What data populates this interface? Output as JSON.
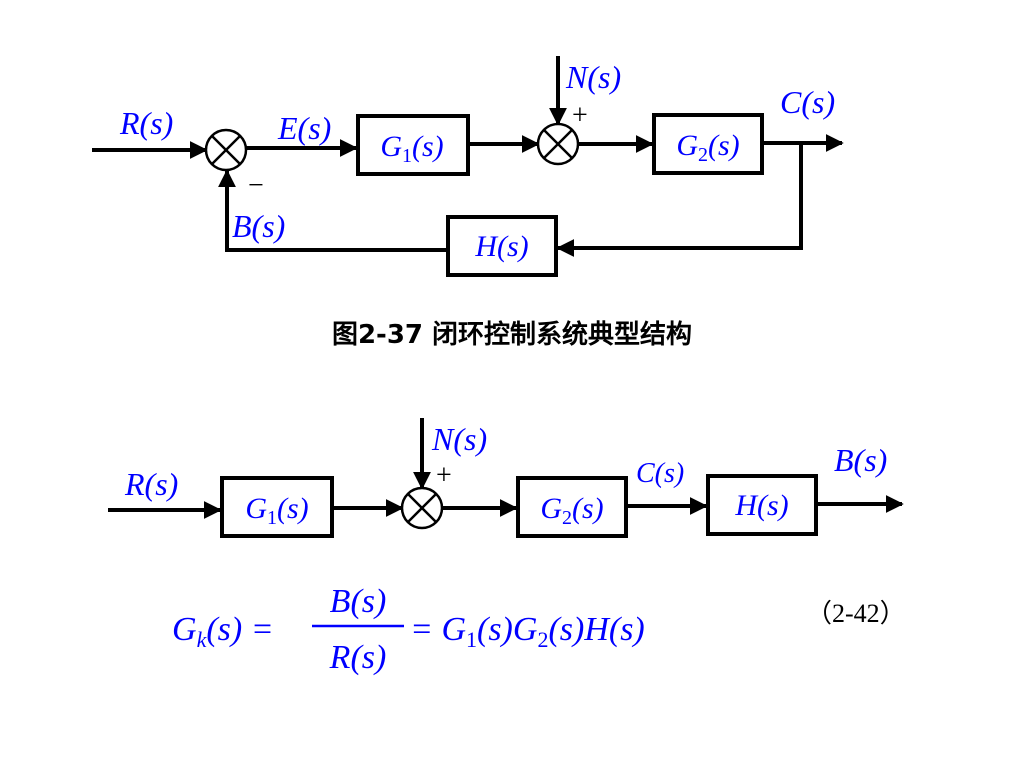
{
  "diagram1": {
    "input_label": "R(s)",
    "error_label": "E(s)",
    "block_g1": {
      "name": "G",
      "sub": "1",
      "arg": "(s)"
    },
    "disturbance_label": "N(s)",
    "plus_sign": "+",
    "block_g2": {
      "name": "G",
      "sub": "2",
      "arg": "(s)"
    },
    "output_label": "C(s)",
    "minus_sign": "−",
    "feedback_label": "B(s)",
    "block_h": {
      "name": "H",
      "arg": "(s)"
    }
  },
  "caption": "图2-37 闭环控制系统典型结构",
  "diagram2": {
    "input_label": "R(s)",
    "block_g1": {
      "name": "G",
      "sub": "1",
      "arg": "(s)"
    },
    "disturbance_label": "N(s)",
    "plus_sign": "+",
    "block_g2": {
      "name": "G",
      "sub": "2",
      "arg": "(s)"
    },
    "mid_label": "C(s)",
    "block_h": {
      "name": "H",
      "arg": "(s)"
    },
    "output_label": "B(s)"
  },
  "equation": {
    "lhs_name": "G",
    "lhs_sub": "k",
    "lhs_arg": "(s) =",
    "numerator": "B(s)",
    "denominator": "R(s)",
    "rhs_prefix": "= G",
    "rhs_sub1": "1",
    "rhs_mid": "(s)G",
    "rhs_sub2": "2",
    "rhs_tail": "(s)H(s)",
    "number": "（2-42）"
  },
  "colors": {
    "math": "#0000ff",
    "lines": "#000000",
    "background": "#ffffff"
  }
}
